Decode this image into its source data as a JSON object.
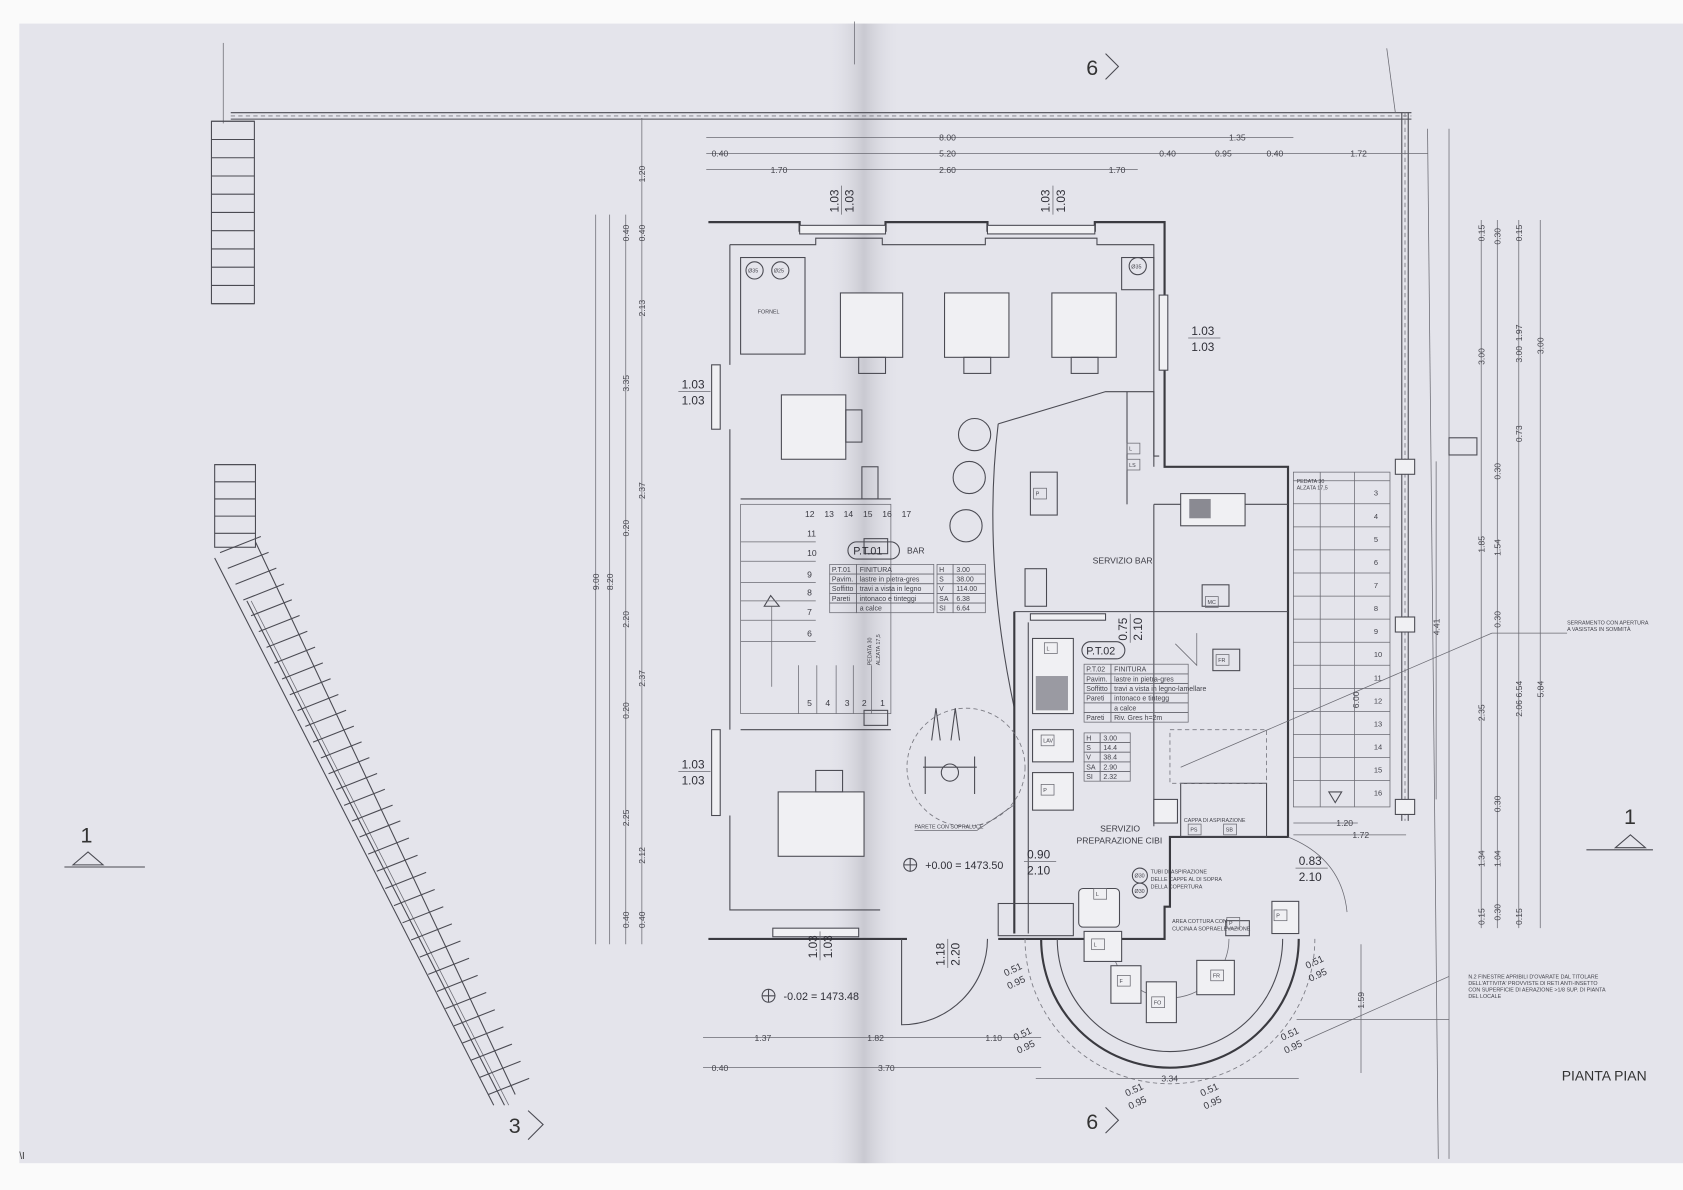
{
  "sheet": {
    "title": "PIANTA PIAN",
    "corner_mark": "\\I",
    "section_marks": {
      "top": "6",
      "bottom": "6",
      "left": "1",
      "right": "1",
      "stair": "3"
    }
  },
  "rooms": {
    "pt01": {
      "code": "P.T.01",
      "name": "BAR",
      "finish_rows": [
        [
          "P.T.01",
          "FINITURA"
        ],
        [
          "Pavim.",
          "lastre in pietra-gres"
        ],
        [
          "Soffitto",
          "travi a vista in legno"
        ],
        [
          "Pareti",
          "intonaco e tinteggi"
        ],
        [
          "",
          "a calce"
        ]
      ],
      "metrics": [
        [
          "H",
          "3.00"
        ],
        [
          "S",
          "38.00"
        ],
        [
          "V",
          "114.00"
        ],
        [
          "SA",
          "6.38"
        ],
        [
          "SI",
          "6.64"
        ]
      ]
    },
    "pt02": {
      "code": "P.T.02",
      "finish_rows": [
        [
          "P.T.02",
          "FINITURA"
        ],
        [
          "Pavim.",
          "lastre in pietra-gres"
        ],
        [
          "Soffitto",
          "travi a vista in legno-lamellare"
        ],
        [
          "Pareti",
          "intonaco e tintegg"
        ],
        [
          "",
          "a calce"
        ],
        [
          "Pareti",
          "Riv. Gres h=2m"
        ]
      ],
      "metrics": [
        [
          "H",
          "3.00"
        ],
        [
          "S",
          "14.4"
        ],
        [
          "V",
          "38.4"
        ],
        [
          "SA",
          "2.90"
        ],
        [
          "SI",
          "2.32"
        ]
      ]
    },
    "servizio_bar": "SERVIZIO BAR",
    "servizio_cibi": [
      "SERVIZIO",
      "PREPARAZIONE CIBI"
    ],
    "fornel": "FORNEL",
    "parete": "PARETE CON SOPRALUCE",
    "cappa": "CAPPA DI ASPIRAZIONE",
    "tubi_note": [
      "TUBI DI ASPIRAZIONE",
      "DELLE CAPPE AL DI SOPRA",
      "DELLA COPERTURA"
    ],
    "area_cottura": [
      "AREA COTTURA CON",
      "CUCINA A SOPRAELEVAZIONE"
    ],
    "scala_label": [
      "PEDATA 30",
      "ALZATA 17,5"
    ],
    "chimney": [
      "Ø35",
      "Ø25",
      "Ø35",
      "Ø30",
      "Ø30"
    ],
    "equipment": [
      "L",
      "LS",
      "P",
      "MC",
      "FR",
      "L",
      "LAV",
      "P",
      "P",
      "PS",
      "SB",
      "L",
      "L",
      "F",
      "FO",
      "FR",
      "P"
    ]
  },
  "levels": {
    "floor": "+0.00 = 1473.50",
    "outside": "-0.02 = 1473.48"
  },
  "stairs": {
    "left_numbers": [
      "1",
      "2",
      "3",
      "4",
      "5",
      "6",
      "7",
      "8",
      "9",
      "10",
      "11",
      "12",
      "13",
      "14",
      "15",
      "16",
      "17"
    ],
    "right_numbers": [
      "3",
      "4",
      "5",
      "6",
      "7",
      "8",
      "9",
      "10",
      "11",
      "12",
      "13",
      "14",
      "15",
      "16"
    ]
  },
  "dims": {
    "top": [
      "8.00",
      "1.35",
      "0.40",
      "5.20",
      "0.40",
      "0.95",
      "0.40",
      "1.72",
      "1.70",
      "2.60",
      "1.70"
    ],
    "openings": {
      "w_top1": [
        "1.03",
        "1.03"
      ],
      "w_top2": [
        "1.03",
        "1.03"
      ],
      "w_right": [
        "1.03",
        "1.03"
      ],
      "w_left1": [
        "1.03",
        "1.03"
      ],
      "w_left2": [
        "1.03",
        "1.03"
      ],
      "w_bottom": [
        "1.03",
        "1.03"
      ],
      "door_main": [
        "1.18",
        "2.20"
      ],
      "door_kitchen": [
        "0.75",
        "2.10"
      ],
      "door_inner": [
        "0.90",
        "2.10"
      ],
      "door_right": [
        "0.83",
        "2.10"
      ],
      "arc": [
        [
          "0.51",
          "0.95"
        ],
        [
          "0.51",
          "0.95"
        ],
        [
          "0.51",
          "0.95"
        ],
        [
          "0.51",
          "0.95"
        ],
        [
          "0.51",
          "0.95"
        ],
        [
          "0.51",
          "0.95"
        ]
      ]
    },
    "left": {
      "total": "9.00",
      "inner": "8.20",
      "col_c": [
        "0.40",
        "3.35",
        "0.20",
        "2.20",
        "0.20",
        "2.25",
        "0.40"
      ],
      "col_d": [
        "1.20",
        "0.40",
        "2.13",
        "2.37",
        "2.37",
        "2.12",
        "0.40"
      ]
    },
    "right": {
      "col_a": [
        "0.15",
        "3.00",
        "1.85",
        "2.35",
        "1.34",
        "0.15"
      ],
      "col_b": [
        "0.30",
        "0.30",
        "1.54",
        "0.30",
        "0.30",
        "1.04",
        "0.30"
      ],
      "col_c": [
        "0.15",
        "1.97",
        "3.00",
        "0.73",
        "6.54",
        "2.06",
        "0.15"
      ],
      "col_d": [
        "3.00",
        "5.84"
      ],
      "stair": [
        "4.41",
        "6.00",
        "1.20",
        "1.72",
        "1.59"
      ]
    },
    "bottom": [
      "1.37",
      "1.82",
      "1.10",
      "0.40",
      "3.70",
      "3.34"
    ]
  },
  "notes": {
    "window_note": [
      "SERRAMENTO CON APERTURA",
      "A VASISTAS IN SOMMITÀ"
    ],
    "bottom_note": [
      "N.2 FINESTRE APRIBILI D'OVARATE DAL TITOLARE",
      "DELL'ATTIVITA' PROVVISTE DI RETI ANTI-INSETTO",
      "CON SUPERFICIE DI AERAZIONE >1/8 SUP. DI PIANTA",
      "DEL LOCALE"
    ]
  },
  "colors": {
    "paper": "#e4e4eb",
    "ink": "#3a3a40"
  }
}
